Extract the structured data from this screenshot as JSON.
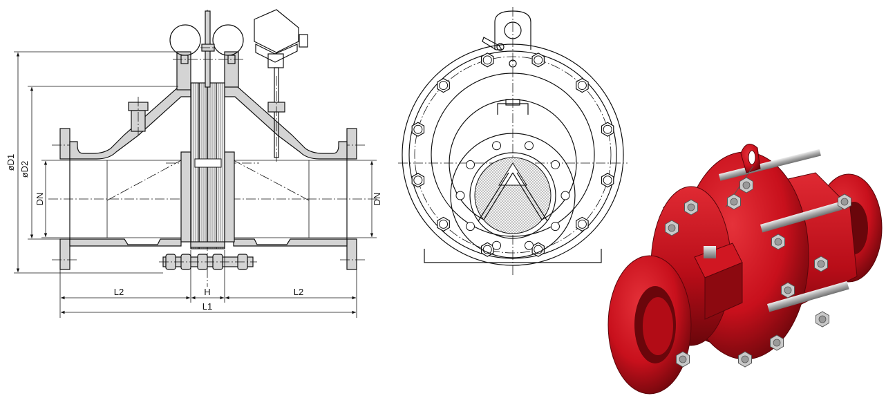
{
  "dimensions": {
    "outer_diameter": "øD1",
    "inner_diameter": "øD2",
    "nominal_left": "DN",
    "nominal_right": "DN",
    "pipe_length_left": "L2",
    "element_height": "H",
    "pipe_length_right": "L2",
    "total_length": "L1"
  },
  "colors": {
    "housing_red": "#c8101c",
    "housing_dark": "#7a0a10",
    "steel": "#b9b9b9",
    "section_fill": "#d4d4d4",
    "line": "#111111"
  }
}
